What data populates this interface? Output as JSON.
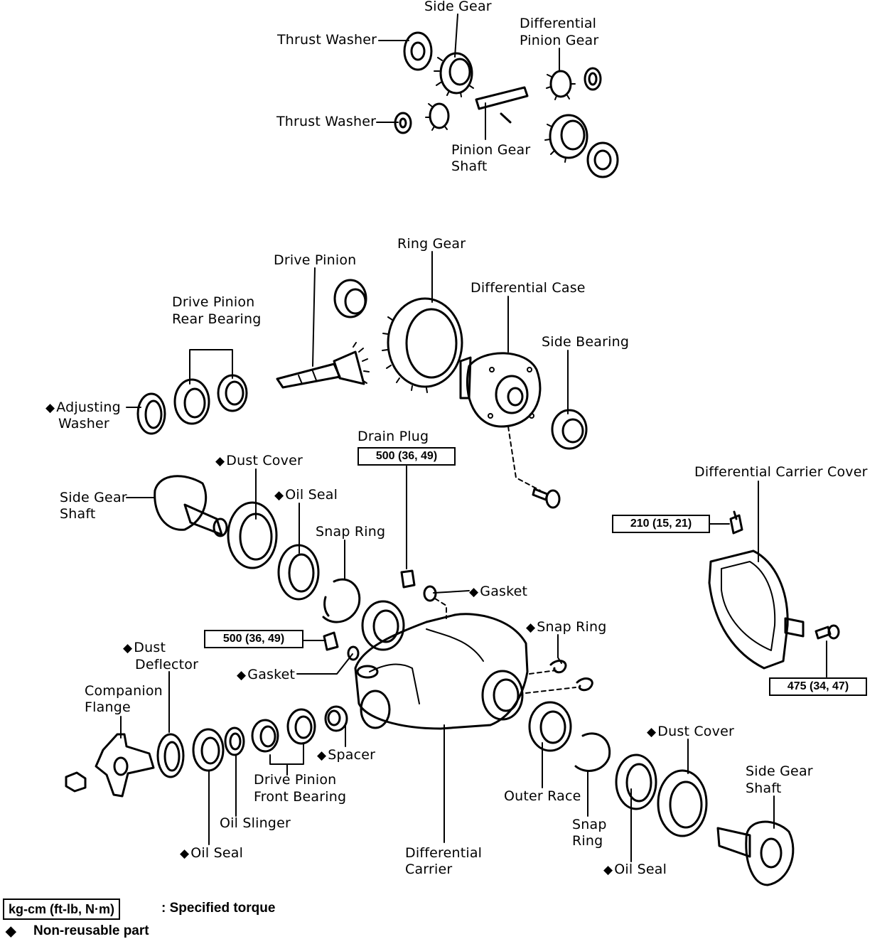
{
  "labels": {
    "side_gear": "Side Gear",
    "thrust_washer_top": "Thrust Washer",
    "thrust_washer_bottom": "Thrust Washer",
    "diff_pinion_gear_1": "Differential",
    "diff_pinion_gear_2": "Pinion Gear",
    "pinion_gear_shaft_1": "Pinion Gear",
    "pinion_gear_shaft_2": "Shaft",
    "ring_gear": "Ring Gear",
    "drive_pinion": "Drive Pinion",
    "dp_rear_bearing_1": "Drive Pinion",
    "dp_rear_bearing_2": "Rear Bearing",
    "diff_case": "Differential Case",
    "side_bearing": "Side Bearing",
    "adjusting_washer_1": "Adjusting",
    "adjusting_washer_2": "Washer",
    "drain_plug": "Drain Plug",
    "dust_cover_left": "Dust Cover",
    "side_gear_shaft_left_1": "Side Gear",
    "side_gear_shaft_left_2": "Shaft",
    "oil_seal_upper": "Oil Seal",
    "snap_ring_upper": "Snap Ring",
    "gasket_drain": "Gasket",
    "diff_carrier_cover": "Differential Carrier Cover",
    "snap_ring_right": "Snap Ring",
    "dust_deflector_1": "Dust",
    "dust_deflector_2": "Deflector",
    "gasket_filler": "Gasket",
    "companion_flange_1": "Companion",
    "companion_flange_2": "Flange",
    "spacer": "Spacer",
    "dp_front_bearing_1": "Drive Pinion",
    "dp_front_bearing_2": "Front Bearing",
    "oil_slinger": "Oil Slinger",
    "oil_seal_front": "Oil Seal",
    "diff_carrier_1": "Differential",
    "diff_carrier_2": "Carrier",
    "outer_race": "Outer Race",
    "snap_ring_lower_1": "Snap",
    "snap_ring_lower_2": "Ring",
    "dust_cover_right": "Dust Cover",
    "side_gear_shaft_right_1": "Side Gear",
    "side_gear_shaft_right_2": "Shaft",
    "oil_seal_right": "Oil Seal"
  },
  "torque": {
    "drain_plug": "500 (36, 49)",
    "breather": "210 (15, 21)",
    "filler_plug": "500 (36, 49)",
    "cover_bolt": "475 (34, 47)"
  },
  "legend": {
    "torque_box": "kg-cm (ft-lb, N·m)",
    "torque_text": ": Specified torque",
    "diamond": "◆",
    "non_reusable": "Non-reusable part"
  }
}
